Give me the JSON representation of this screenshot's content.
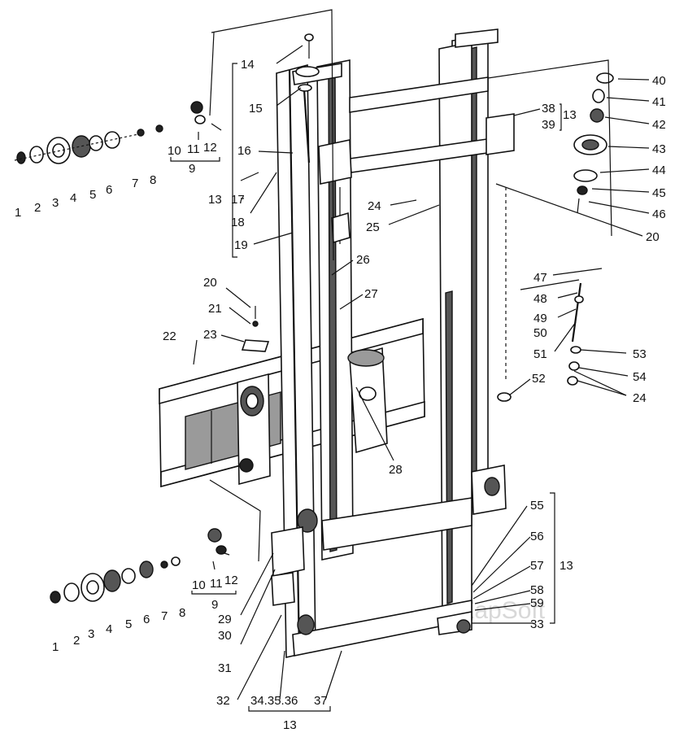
{
  "watermark": "ZapSoft",
  "labels": [
    {
      "id": "l1a",
      "text": "1"
    },
    {
      "id": "l2a",
      "text": "2"
    },
    {
      "id": "l3a",
      "text": "3"
    },
    {
      "id": "l4a",
      "text": "4"
    },
    {
      "id": "l5a",
      "text": "5"
    },
    {
      "id": "l6a",
      "text": "6"
    },
    {
      "id": "l7a",
      "text": "7"
    },
    {
      "id": "l8a",
      "text": "8"
    },
    {
      "id": "l9a",
      "text": "9"
    },
    {
      "id": "l10a",
      "text": "10"
    },
    {
      "id": "l11a",
      "text": "11"
    },
    {
      "id": "l12a",
      "text": "12"
    },
    {
      "id": "l13a",
      "text": "13"
    },
    {
      "id": "l14",
      "text": "14"
    },
    {
      "id": "l15",
      "text": "15"
    },
    {
      "id": "l16",
      "text": "16"
    },
    {
      "id": "l17",
      "text": "17"
    },
    {
      "id": "l18",
      "text": "18"
    },
    {
      "id": "l19",
      "text": "19"
    },
    {
      "id": "l20a",
      "text": "20"
    },
    {
      "id": "l21",
      "text": "21"
    },
    {
      "id": "l22",
      "text": "22"
    },
    {
      "id": "l23",
      "text": "23"
    },
    {
      "id": "l24a",
      "text": "24"
    },
    {
      "id": "l25",
      "text": "25"
    },
    {
      "id": "l26",
      "text": "26"
    },
    {
      "id": "l27",
      "text": "27"
    },
    {
      "id": "l28",
      "text": "28"
    },
    {
      "id": "l38",
      "text": "38"
    },
    {
      "id": "l39",
      "text": "39"
    },
    {
      "id": "l13b",
      "text": "13"
    },
    {
      "id": "l40",
      "text": "40"
    },
    {
      "id": "l41",
      "text": "41"
    },
    {
      "id": "l42",
      "text": "42"
    },
    {
      "id": "l43",
      "text": "43"
    },
    {
      "id": "l44",
      "text": "44"
    },
    {
      "id": "l45",
      "text": "45"
    },
    {
      "id": "l46",
      "text": "46"
    },
    {
      "id": "l20b",
      "text": "20"
    },
    {
      "id": "l47",
      "text": "47"
    },
    {
      "id": "l48",
      "text": "48"
    },
    {
      "id": "l49",
      "text": "49"
    },
    {
      "id": "l50",
      "text": "50"
    },
    {
      "id": "l51",
      "text": "51"
    },
    {
      "id": "l52",
      "text": "52"
    },
    {
      "id": "l53",
      "text": "53"
    },
    {
      "id": "l54",
      "text": "54"
    },
    {
      "id": "l24b",
      "text": "24"
    },
    {
      "id": "l20c",
      "text": "20"
    },
    {
      "id": "l55",
      "text": "55"
    },
    {
      "id": "l56",
      "text": "56"
    },
    {
      "id": "l57",
      "text": "57"
    },
    {
      "id": "l13c",
      "text": "13"
    },
    {
      "id": "l58",
      "text": "58"
    },
    {
      "id": "l59",
      "text": "59"
    },
    {
      "id": "l33",
      "text": "33"
    },
    {
      "id": "l1b",
      "text": "1"
    },
    {
      "id": "l2b",
      "text": "2"
    },
    {
      "id": "l3b",
      "text": "3"
    },
    {
      "id": "l4b",
      "text": "4"
    },
    {
      "id": "l5b",
      "text": "5"
    },
    {
      "id": "l6b",
      "text": "6"
    },
    {
      "id": "l7b",
      "text": "7"
    },
    {
      "id": "l8b",
      "text": "8"
    },
    {
      "id": "l10b",
      "text": "10"
    },
    {
      "id": "l11b",
      "text": "11"
    },
    {
      "id": "l12b",
      "text": "12"
    },
    {
      "id": "l9b",
      "text": "9"
    },
    {
      "id": "l29",
      "text": "29"
    },
    {
      "id": "l30",
      "text": "30"
    },
    {
      "id": "l31",
      "text": "31"
    },
    {
      "id": "l32",
      "text": "32"
    },
    {
      "id": "l34",
      "text": "34.35.36"
    },
    {
      "id": "l37",
      "text": "37"
    },
    {
      "id": "l13d",
      "text": "13"
    }
  ]
}
